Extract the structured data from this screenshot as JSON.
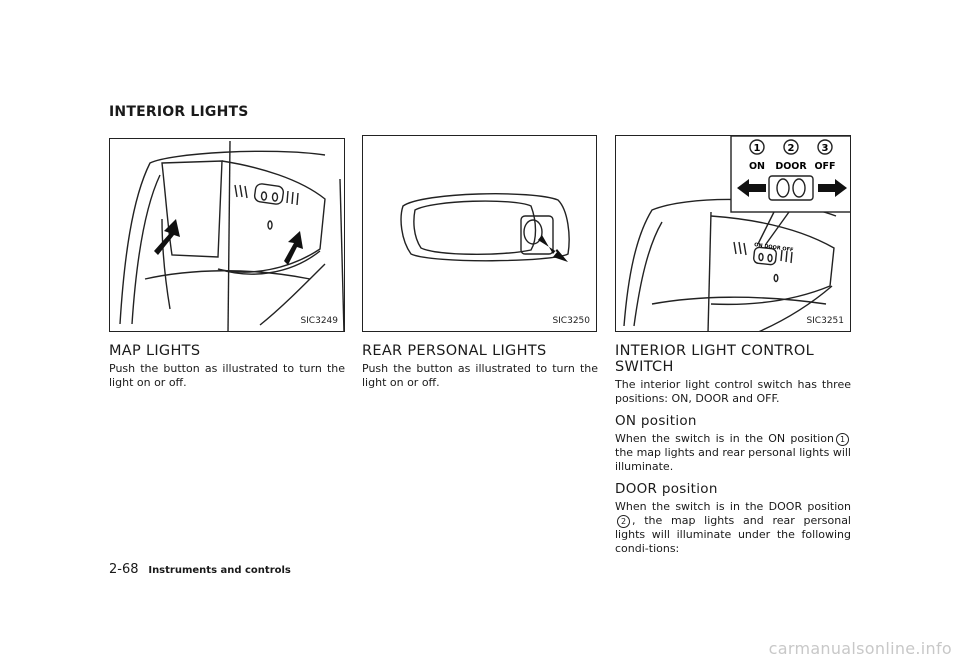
{
  "section_title": "INTERIOR LIGHTS",
  "figures": {
    "map": {
      "code": "SIC3249"
    },
    "rear": {
      "code": "SIC3250"
    },
    "control": {
      "code": "SIC3251",
      "callout_numbers": [
        "1",
        "2",
        "3"
      ],
      "callout_labels": [
        "ON",
        "DOOR",
        "OFF"
      ],
      "switch_text": "ON  DOOR OFF"
    }
  },
  "map_lights": {
    "heading": "MAP LIGHTS",
    "body": "Push the button as illustrated to turn the light on or off."
  },
  "rear_lights": {
    "heading": "REAR PERSONAL LIGHTS",
    "body": "Push the button as illustrated to turn the light on or off."
  },
  "control_switch": {
    "heading": "INTERIOR LIGHT CONTROL SWITCH",
    "body": "The interior light control switch has three positions: ON, DOOR and OFF.",
    "on": {
      "heading": "ON position",
      "body_before": "When the switch is in the ON position",
      "marker": "1",
      "body_after": "the map lights and rear personal lights will illuminate."
    },
    "door": {
      "heading": "DOOR position",
      "body_before": "When the switch is in the DOOR position",
      "marker": "2",
      "body_after": ", the map lights and rear personal lights will illuminate under the following condi-tions:"
    }
  },
  "footer": {
    "page_number": "2-68",
    "section": "Instruments and controls"
  },
  "watermark": "carmanualsonline.info"
}
